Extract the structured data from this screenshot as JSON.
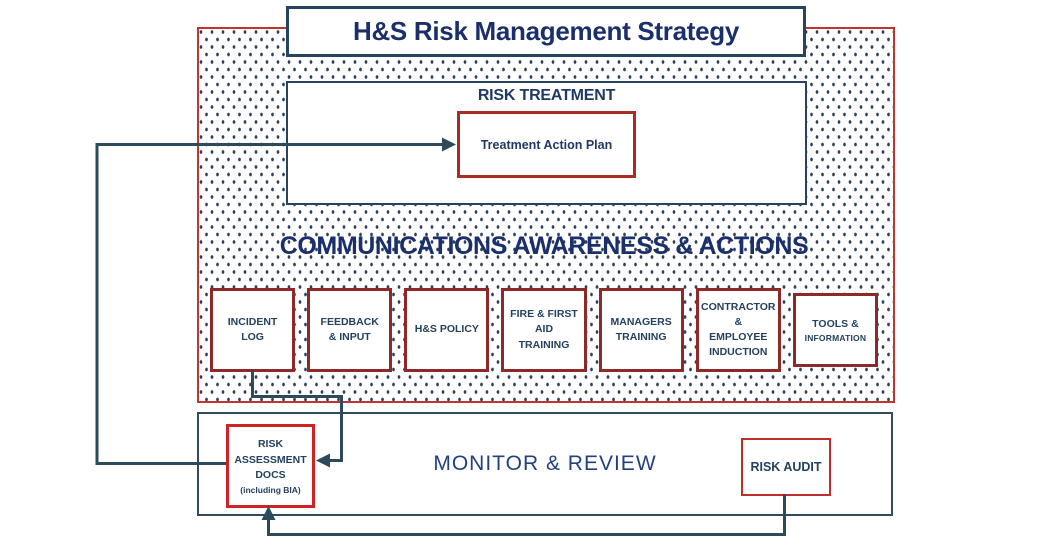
{
  "header": {
    "title": "H&S Risk Management Strategy"
  },
  "risk_treatment": {
    "heading": "RISK TREATMENT",
    "treatment_action_plan": "Treatment Action Plan"
  },
  "communications": {
    "heading": "COMMUNICATIONS AWARENESS & ACTIONS",
    "boxes": [
      {
        "label": "INCIDENT\nLOG"
      },
      {
        "label": "FEEDBACK\n& INPUT"
      },
      {
        "label": "H&S POLICY"
      },
      {
        "label": "FIRE & FIRST\nAID\nTRAINING"
      },
      {
        "label": "MANAGERS\nTRAINING"
      },
      {
        "label": "CONTRACTOR\n&\nEMPLOYEE\nINDUCTION"
      },
      {
        "label": "TOOLS &",
        "sublabel": "INFORMATION"
      }
    ]
  },
  "monitor_review": {
    "heading": "MONITOR & REVIEW",
    "risk_assessment_docs": {
      "label": "RISK\nASSESSMENT\nDOCS",
      "note": "(including BIA)"
    },
    "risk_audit": {
      "label": "RISK AUDIT"
    }
  },
  "connections": [
    "risk-assessment-docs -> treatment-action-plan",
    "incident-log -> risk-assessment-docs",
    "risk-audit -> risk-assessment-docs"
  ],
  "colors": {
    "heading_navy": "#1b2f6b",
    "label_navy": "#24415f",
    "connector_teal": "#2d4a5a",
    "region_border_red": "#c13530",
    "comms_box_border_red": "#8e2929",
    "docs_box_border_red": "#cf2222",
    "structure_border_navy": "#26445e"
  }
}
